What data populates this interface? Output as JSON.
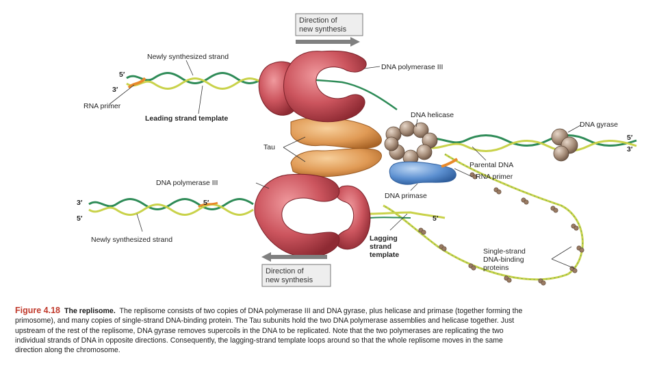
{
  "direction_top": {
    "line1": "Direction of",
    "line2": "new synthesis"
  },
  "direction_bottom": {
    "line1": "Direction of",
    "line2": "new synthesis"
  },
  "labels": {
    "newly_synth_top": "Newly synthesized strand",
    "rna_primer_left": "RNA primer",
    "leading_template": "Leading strand template",
    "pol3_top": "DNA polymerase III",
    "dna_helicase": "DNA helicase",
    "dna_gyrase": "DNA gyrase",
    "tau": "Tau",
    "parental_dna": "Parental DNA",
    "rna_primer_right": "RNA primer",
    "pol3_bottom": "DNA polymerase III",
    "dna_primase": "DNA primase",
    "newly_synth_bottom": "Newly synthesized strand",
    "lagging_1": "Lagging",
    "lagging_2": "strand",
    "lagging_3": "template",
    "ssb_1": "Single-strand",
    "ssb_2": "DNA-binding",
    "ssb_3": "proteins"
  },
  "ends": {
    "top_left_5": "5′",
    "top_left_3": "3′",
    "right_5": "5′",
    "right_3": "3′",
    "bottom_left_3": "3′",
    "bottom_left_5": "5′",
    "bottom_mid_5": "5′",
    "lagging_5": "5′"
  },
  "caption": {
    "figure": "Figure 4.18",
    "title": "The replisome.",
    "text": "The replisome consists of two copies of DNA polymerase III and DNA gyrase, plus helicase and primase (together forming the primosome), and many copies of single-strand DNA-binding protein. The Tau subunits hold the two DNA polymerase assemblies and helicase together. Just upstream of the rest of the replisome, DNA gyrase removes supercoils in the DNA to be replicated. Note that the two polymerases are replicating the two individual strands of DNA in opposite directions. Consequently, the lagging-strand template loops around so that the whole replisome moves in the same direction along the chromosome."
  },
  "colors": {
    "polymerase": "#c9545c",
    "tau": "#e09a55",
    "helicase": "#a08a78",
    "primase": "#5b8fd0",
    "strand_green": "#2e8b57",
    "strand_yellow": "#c9d24a",
    "primer": "#e8892a",
    "arrow": "#808080"
  }
}
